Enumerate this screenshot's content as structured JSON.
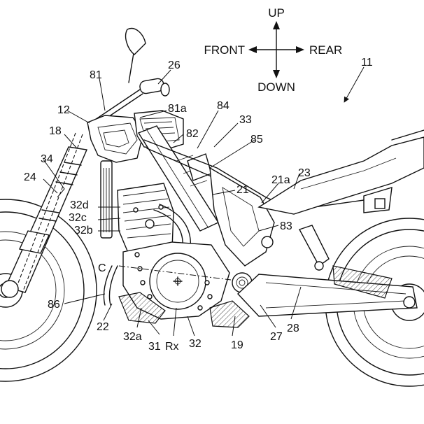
{
  "directions": {
    "up": "UP",
    "down": "DOWN",
    "front": "FRONT",
    "rear": "REAR"
  },
  "labels": {
    "l11": "11",
    "l12": "12",
    "l18": "18",
    "l19": "19",
    "l21": "21",
    "l21a": "21a",
    "l22": "22",
    "l23": "23",
    "l24": "24",
    "l26": "26",
    "l27": "27",
    "l28": "28",
    "l31": "31",
    "l32": "32",
    "l32a": "32a",
    "l32b": "32b",
    "l32c": "32c",
    "l32d": "32d",
    "l33": "33",
    "l34": "34",
    "l81": "81",
    "l81a": "81a",
    "l82": "82",
    "l83": "83",
    "l84": "84",
    "l85": "85",
    "l86": "86",
    "lRx": "Rx",
    "lC": "C"
  }
}
